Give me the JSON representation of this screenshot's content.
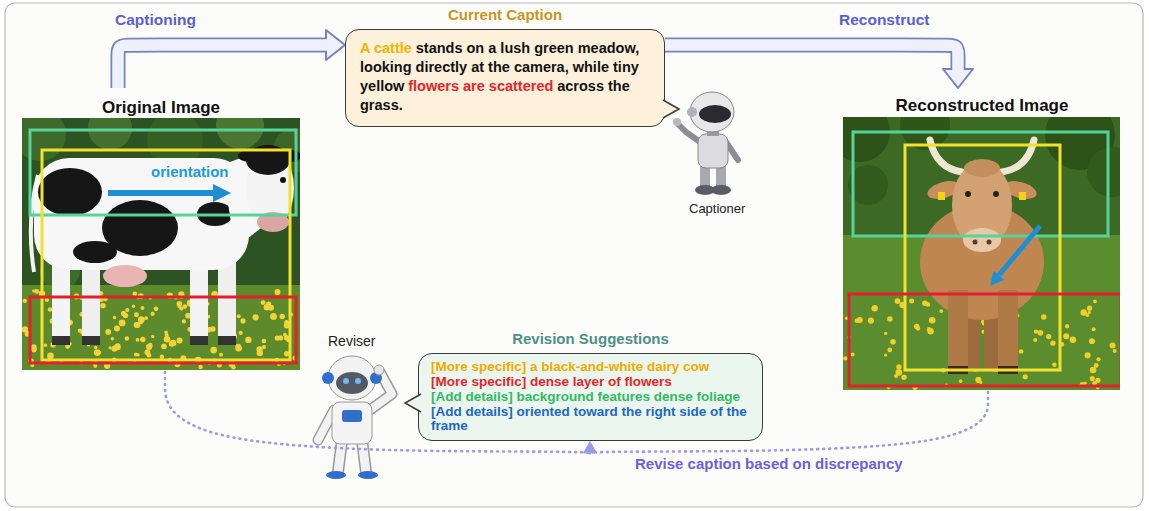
{
  "diagram": {
    "nodes": [
      {
        "text": [
          "Original Image"
        ]
      },
      {
        "text": [
          "Current Caption",
          "A cattle",
          "stands on a lush green meadow, looking directly at the camera, while tiny yellow",
          "flowers are scattered",
          "across the grass."
        ]
      },
      {
        "text": [
          "Reconstructed Image"
        ]
      },
      {
        "text": [
          "Revision Suggestions",
          "[More specific] a black-and-white dairy cow",
          "[More specific] dense layer of flowers",
          "[Add details] background features dense foliage",
          "[Add details] oriented toward the right side of the frame"
        ]
      }
    ],
    "edges": [
      {
        "from": 0,
        "to": 1,
        "label": "Captioning",
        "arrow": "to"
      },
      {
        "from": 1,
        "to": 2,
        "label": "Reconstruct",
        "arrow": "to"
      },
      {
        "from": 0,
        "to": 3,
        "arrow": "to"
      },
      {
        "from": 2,
        "to": 3,
        "label": "Revise caption based on discrepancy",
        "arrow": "to"
      }
    ],
    "labels": [
      "orientation",
      "Captioner",
      "Reviser"
    ]
  }
}
